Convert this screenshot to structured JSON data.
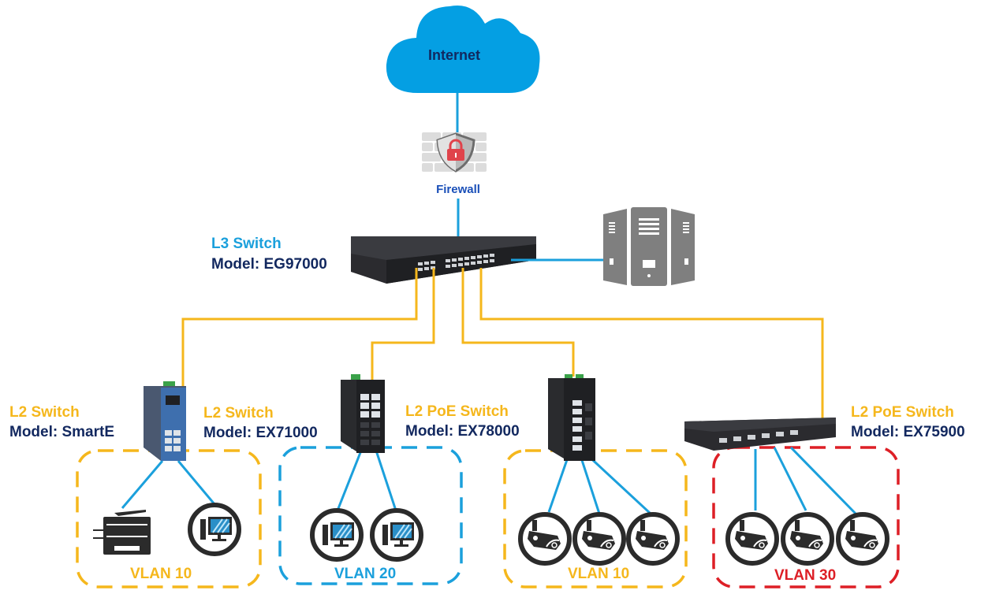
{
  "colors": {
    "cloud": "#049fe3",
    "cloud_text": "#12285f",
    "firewall_text": "#1a4fb8",
    "l3_type": "#1ba0dc",
    "l2_type": "#f5b71c",
    "model_text": "#12285f",
    "uplink_line": "#f5b71c",
    "access_line": "#1ba0dc",
    "vlan_yellow": "#f5b71c",
    "vlan_blue": "#1ba0dc",
    "vlan_red": "#dd1f26",
    "device_dark": "#2b2b2b",
    "server_gray": "#7f7f7f"
  },
  "internet": {
    "label": "Internet"
  },
  "firewall": {
    "label": "Firewall"
  },
  "l3_switch": {
    "type": "L3 Switch",
    "model": "Model:  EG97000"
  },
  "server": {
    "icon": "server-icon"
  },
  "l2_switches": [
    {
      "type": "L2 Switch",
      "model": "Model:  SmartE"
    },
    {
      "type": "L2 Switch",
      "model": "Model:  EX71000"
    },
    {
      "type": "L2 PoE Switch",
      "model": "Model:  EX78000"
    },
    {
      "type": "L2 PoE Switch",
      "model": "Model:  EX75900"
    }
  ],
  "vlan_groups": [
    {
      "label": "VLAN  10",
      "color": "yellow",
      "devices": [
        "printer-icon",
        "pc-icon"
      ]
    },
    {
      "label": "VLAN  20",
      "color": "blue",
      "devices": [
        "pc-icon",
        "pc-icon"
      ]
    },
    {
      "label": "VLAN  10",
      "color": "yellow",
      "devices": [
        "camera-icon",
        "camera-icon",
        "camera-icon"
      ]
    },
    {
      "label": "VLAN  30",
      "color": "red",
      "devices": [
        "camera-icon",
        "camera-icon",
        "camera-icon"
      ]
    }
  ]
}
